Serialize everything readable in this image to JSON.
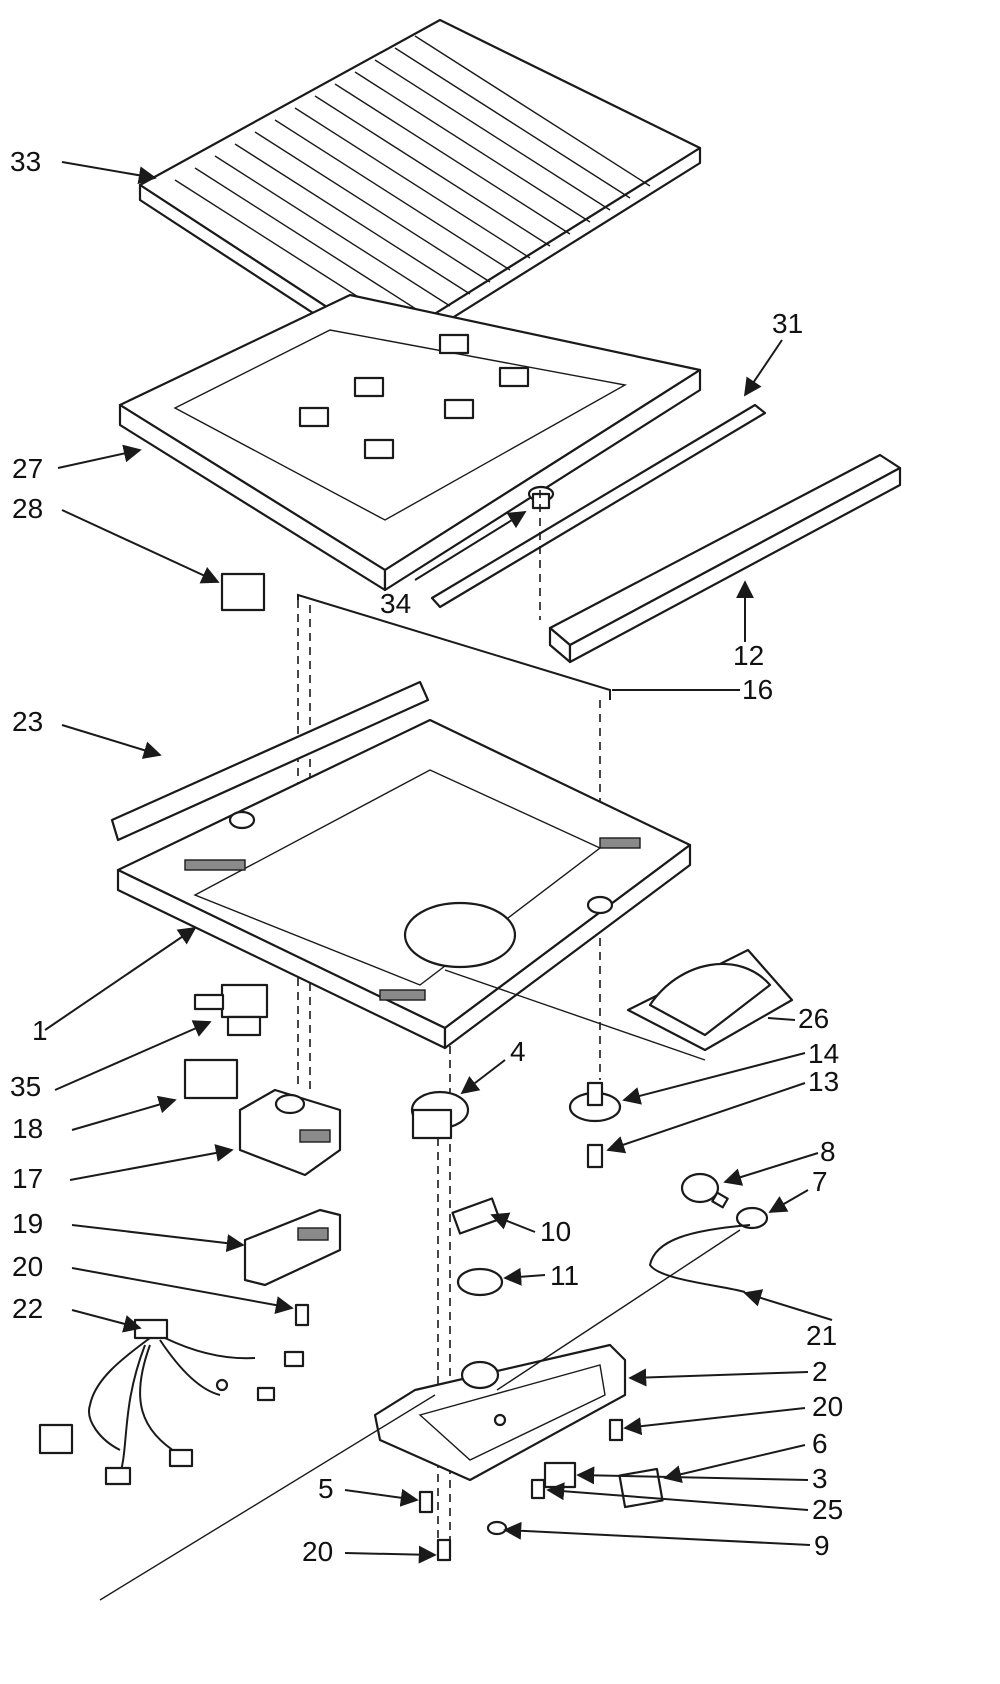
{
  "callouts": {
    "p33": "33",
    "p31": "31",
    "p27": "27",
    "p28": "28",
    "p34": "34",
    "p12": "12",
    "p16": "16",
    "p23": "23",
    "p1": "1",
    "p26": "26",
    "p35": "35",
    "p4": "4",
    "p14": "14",
    "p13": "13",
    "p18": "18",
    "p17": "17",
    "p8": "8",
    "p7": "7",
    "p19": "19",
    "p10": "10",
    "p20a": "20",
    "p11": "11",
    "p22": "22",
    "p21": "21",
    "p2": "2",
    "p20b": "20",
    "p6": "6",
    "p5": "5",
    "p3": "3",
    "p25": "25",
    "p20c": "20",
    "p9": "9"
  }
}
